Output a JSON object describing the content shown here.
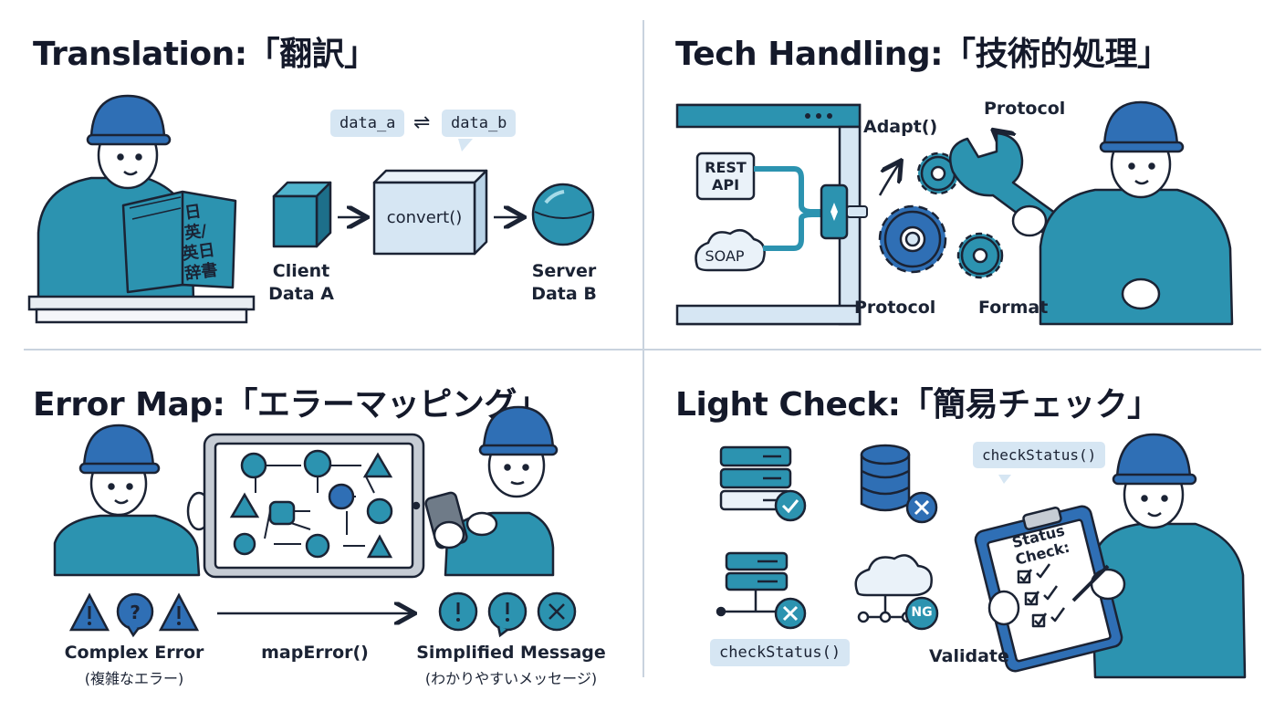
{
  "quadrants": {
    "translation": {
      "title": "Translation:「翻訳」",
      "dict_text": "日英/英日辞書",
      "code_a": "data_a",
      "swap_symbol": "⇌",
      "code_b": "data_b",
      "function": "convert()",
      "client_label": "Client\nData A",
      "server_label": "Server\nData B"
    },
    "tech": {
      "title": "Tech Handling:「技術的処理」",
      "rest": "REST\nAPI",
      "soap": "SOAP",
      "adapt": "Adapt()",
      "protocol_top": "Protocol",
      "protocol_bottom": "Protocol",
      "format": "Format"
    },
    "error": {
      "title": "Error Map:「エラーマッピング」",
      "complex_label": "Complex Error",
      "complex_sub": "(複雑なエラー)",
      "function": "mapError()",
      "simple_label": "Simplified Message",
      "simple_sub": "(わかりやすいメッセージ)"
    },
    "check": {
      "title": "Light Check:「簡易チェック」",
      "bubble": "checkStatus()",
      "clipboard": "Status\nCheck:",
      "ng": "NG",
      "code_bottom": "checkStatus()",
      "validate": "Validate"
    }
  },
  "colors": {
    "teal": "#2c93b0",
    "teal_dark": "#1d6f8a",
    "blue": "#2f6fb5",
    "blue_light": "#d6e6f3",
    "ink": "#1b2334"
  }
}
